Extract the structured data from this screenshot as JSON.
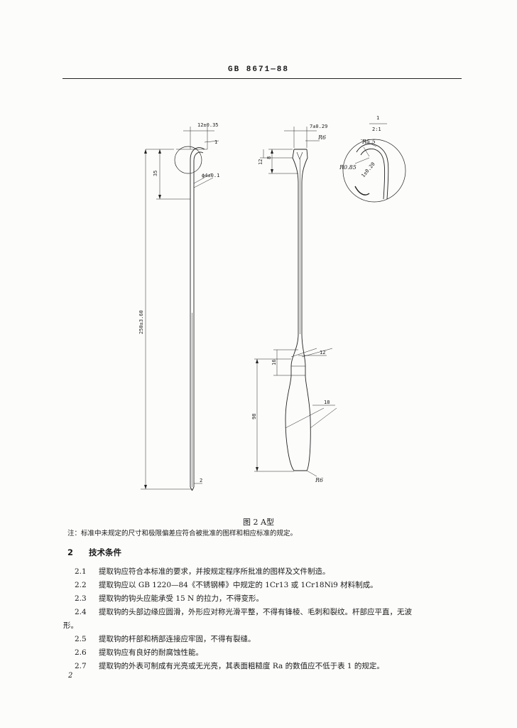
{
  "header": {
    "standard_no": "GB 8671—88"
  },
  "figure": {
    "caption": "图 2  A型",
    "dims": {
      "hook_width": "12±0.35",
      "callout": "1",
      "hook_len": "35",
      "shaft_dia": "ϕ4±0.1",
      "total_len": "250±3.60",
      "tip": "2",
      "head_width": "7±0.29",
      "head_radius": "R6",
      "head_h12": "12",
      "head_h8": "8",
      "detail_ratio": "1",
      "detail_scale": "2:1",
      "detail_r55": "R5.5",
      "detail_r085": "R0.85",
      "detail_dia": "1±0.20",
      "neck_w": "12",
      "neck_h": "16",
      "grip_w": "18",
      "handle_len": "98",
      "base_radius": "R6"
    }
  },
  "note": "注：标准中未规定的尺寸和极限偏差应符合被批准的图样和相应标准的规定。",
  "section": {
    "number": "2",
    "title": "技术条件"
  },
  "items": [
    {
      "num": "2.1",
      "text": "提取钩应符合本标准的要求，并按规定程序所批准的图样及文件制造。"
    },
    {
      "num": "2.2",
      "text": "提取钩应以 GB 1220—84《不锈钢棒》中规定的 1Cr13 或 1Cr18Ni9 材料制成。"
    },
    {
      "num": "2.3",
      "text": "提取钩的钩头应能承受 15 N 的拉力，不得变形。"
    },
    {
      "num": "2.4",
      "text": "提取钩的头部边缘应圆滑，外形应对称光滑平整，不得有锋棱、毛刺和裂纹。杆部应平直，无波",
      "cont": "形。"
    },
    {
      "num": "2.5",
      "text": "提取钩的杆部和柄部连接应牢固，不得有裂缝。"
    },
    {
      "num": "2.6",
      "text": "提取钩应有良好的耐腐蚀性能。"
    },
    {
      "num": "2.7",
      "text": "提取钩的外表可制成有光亮或无光亮，其表面粗糙度 Ra 的数值应不低于表 1 的规定。"
    }
  ],
  "page_number": "2"
}
